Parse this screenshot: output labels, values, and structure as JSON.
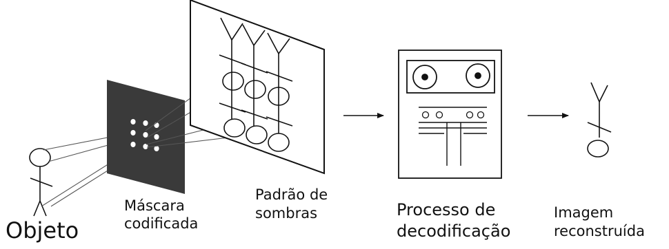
{
  "labels": {
    "object": "Objeto",
    "mask": [
      "Máscara",
      "codificada"
    ],
    "shadow_pattern": [
      "Padrão de",
      "sombras"
    ],
    "decoding": [
      "Processo de",
      "decodificação"
    ],
    "reconstructed": [
      "Imagem",
      "reconstruída"
    ]
  },
  "colors": {
    "mask_fill": "#3a3a3a",
    "line": "#111111",
    "ray": "#555555"
  }
}
